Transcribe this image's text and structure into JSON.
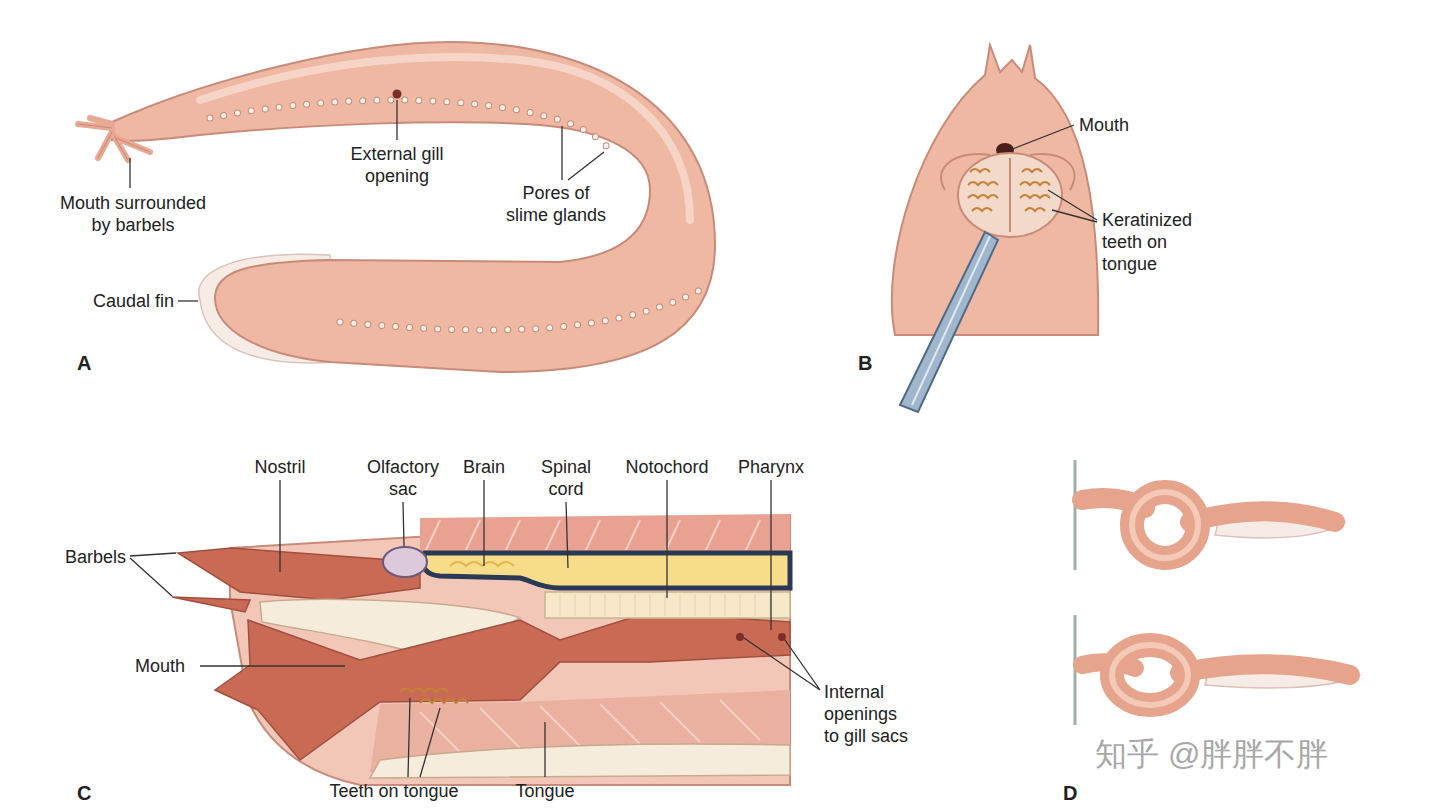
{
  "diagram": {
    "labels": [
      "Mouth surrounded by barbels",
      "External gill opening",
      "Pores of slime glands",
      "Caudal fin",
      "A",
      "Mouth",
      "Keratinized teeth on tongue",
      "B",
      "Nostril",
      "Olfactory sac",
      "Brain",
      "Spinal cord",
      "Notochord",
      "Pharynx",
      "Barbels",
      "Mouth",
      "Internal openings to gill sacs",
      "Teeth on tongue",
      "Tongue",
      "C",
      "D",
      "知乎 @胖胖不胖"
    ]
  }
}
